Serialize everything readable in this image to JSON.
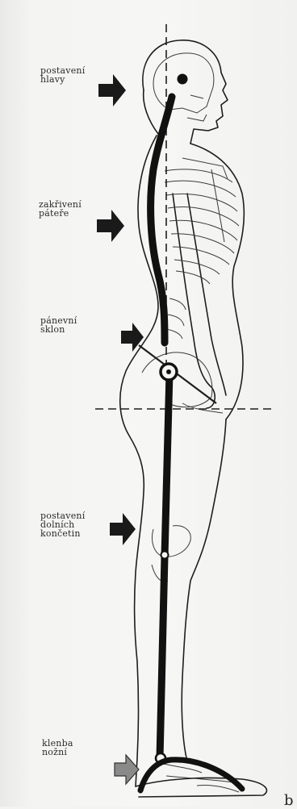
{
  "labels": {
    "head_posture": "postavení\nhlavy",
    "spine_curvature": "zakřivení\npáteře",
    "pelvic_tilt": "pánevní\nsklon",
    "lower_limbs": "postavení\ndolních\nkončetin",
    "foot_arch": "klenba\nnožní"
  },
  "corner_letter": "b"
}
